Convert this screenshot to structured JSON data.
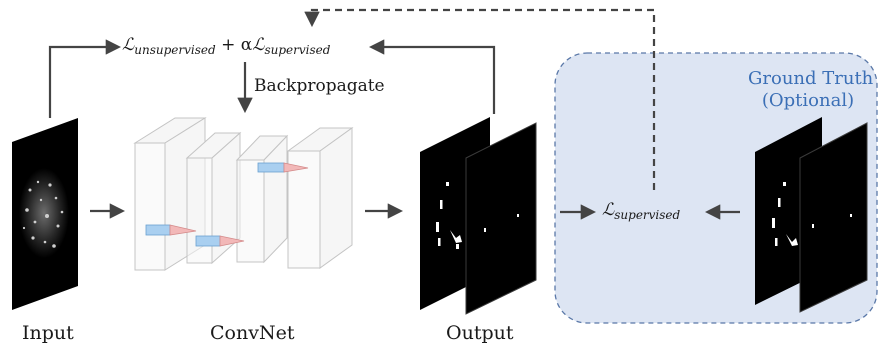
{
  "labels": {
    "input": "Input",
    "convnet": "ConvNet",
    "output": "Output",
    "backprop": "Backpropagate",
    "ground_truth_line1": "Ground Truth",
    "ground_truth_line2": "(Optional)"
  },
  "loss_total": {
    "L1": "ℒ",
    "sub1": "unsupervised",
    "plus": " + α",
    "L2": "ℒ",
    "sub2": "supervised"
  },
  "loss_supervised": {
    "L": "ℒ",
    "sub": "supervised"
  },
  "colors": {
    "arrow": "#444444",
    "panel_fill": "#dde5f3",
    "panel_border": "#5a78a8",
    "ground_truth_text": "#3b6fb6",
    "kernel_blue": "#a9cff0",
    "kernel_red": "#f2b8b8"
  }
}
